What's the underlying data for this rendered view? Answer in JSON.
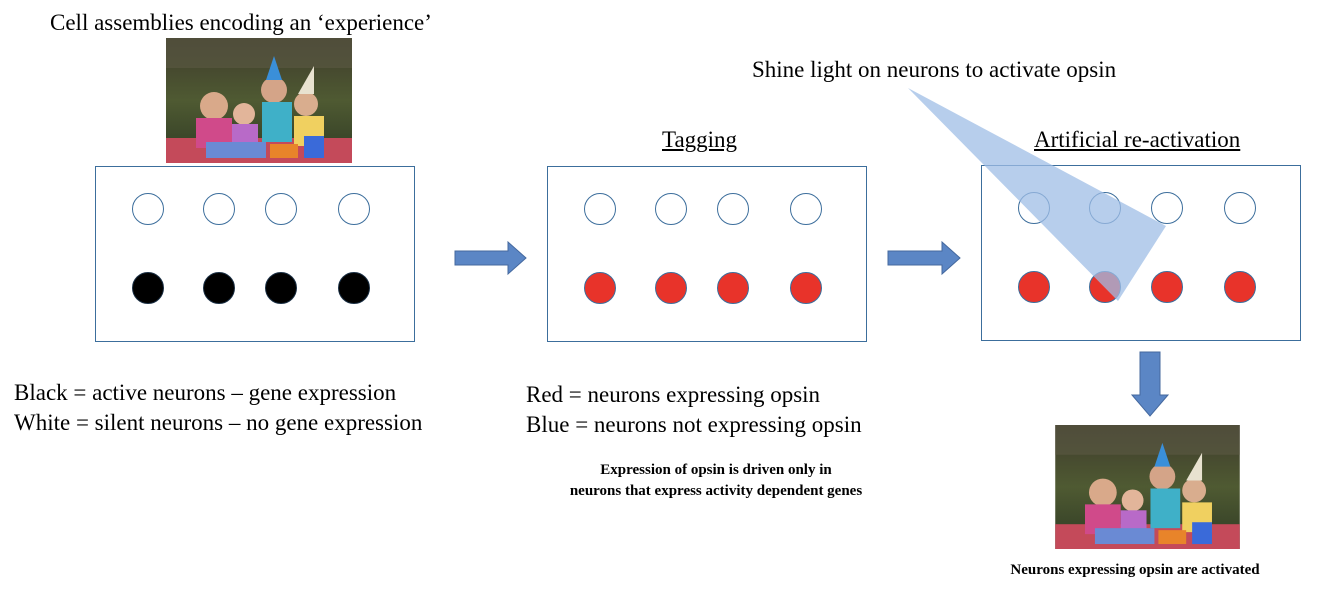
{
  "title": "Cell assemblies encoding an ‘experience’",
  "light_instruction": "Shine light on neurons to activate opsin",
  "panel2_heading": "Tagging",
  "panel3_heading": "Artificial re-activation",
  "legend1": {
    "line1": "Black = active neurons – gene expression",
    "line2": "White = silent neurons – no gene expression"
  },
  "legend2": {
    "line1": "Red = neurons expressing opsin",
    "line2": "Blue = neurons not expressing opsin"
  },
  "note_tagging": {
    "line1": "Expression of opsin is driven only in",
    "line2": "neurons that express activity dependent genes"
  },
  "note_activated": "Neurons expressing opsin are activated",
  "colors": {
    "panel_border": "#3c6e9c",
    "active": "#000000",
    "opsin": "#e8332a",
    "arrow": "#5b86c5",
    "light_beam": "#9fbde6"
  },
  "photo_subject": "birthday-party-photo"
}
